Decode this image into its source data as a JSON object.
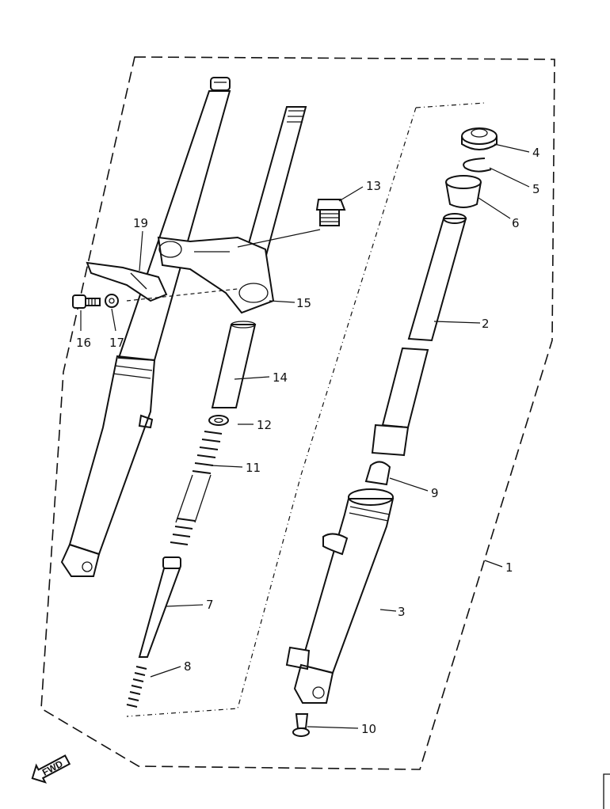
{
  "diagram": {
    "callouts": [
      {
        "id": "callout-1",
        "label": "1"
      },
      {
        "id": "callout-2",
        "label": "2"
      },
      {
        "id": "callout-3",
        "label": "3"
      },
      {
        "id": "callout-4",
        "label": "4"
      },
      {
        "id": "callout-5",
        "label": "5"
      },
      {
        "id": "callout-6",
        "label": "6"
      },
      {
        "id": "callout-7",
        "label": "7"
      },
      {
        "id": "callout-8",
        "label": "8"
      },
      {
        "id": "callout-9",
        "label": "9"
      },
      {
        "id": "callout-10",
        "label": "10"
      },
      {
        "id": "callout-11",
        "label": "11"
      },
      {
        "id": "callout-12",
        "label": "12"
      },
      {
        "id": "callout-13",
        "label": "13"
      },
      {
        "id": "callout-14",
        "label": "14"
      },
      {
        "id": "callout-15",
        "label": "15"
      },
      {
        "id": "callout-16",
        "label": "16"
      },
      {
        "id": "callout-17",
        "label": "17"
      },
      {
        "id": "callout-19",
        "label": "19"
      }
    ],
    "direction_arrow": "FWD"
  }
}
